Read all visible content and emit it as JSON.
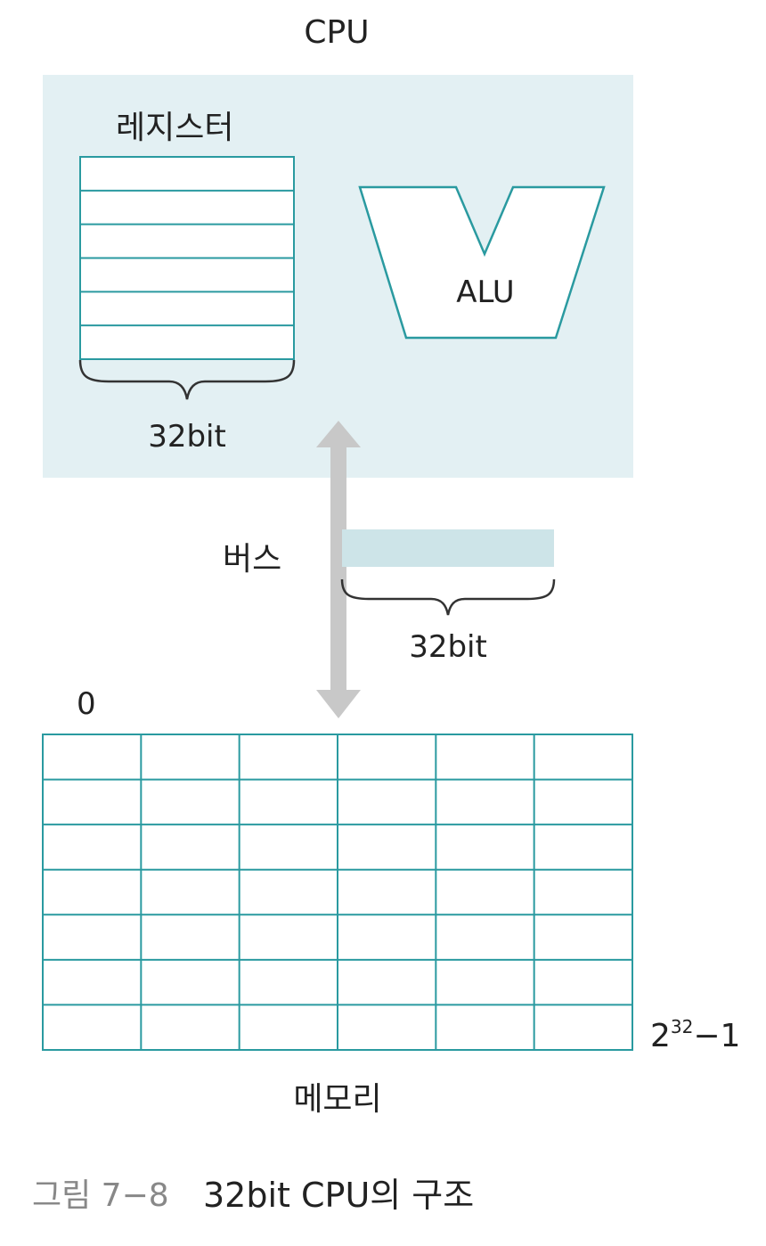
{
  "cpu": {
    "label": "CPU"
  },
  "register": {
    "label": "레지스터",
    "width_label": "32bit",
    "rows": 6
  },
  "alu": {
    "label": "ALU"
  },
  "bus": {
    "label": "버스",
    "width_label": "32bit"
  },
  "memory": {
    "label": "메모리",
    "start_address": "0",
    "end_base": "2",
    "end_exp": "32",
    "end_suffix": "−1",
    "rows": 7,
    "cols": 6
  },
  "caption": {
    "number": "그림 7−8",
    "title": "32bit CPU의 구조"
  },
  "colors": {
    "cpu_fill": "#e3f0f3",
    "grid_line": "#2a9aa0",
    "bus_arrow": "#c8c8c8",
    "bus_bar": "#cde4e8",
    "caption_number": "#888888"
  }
}
